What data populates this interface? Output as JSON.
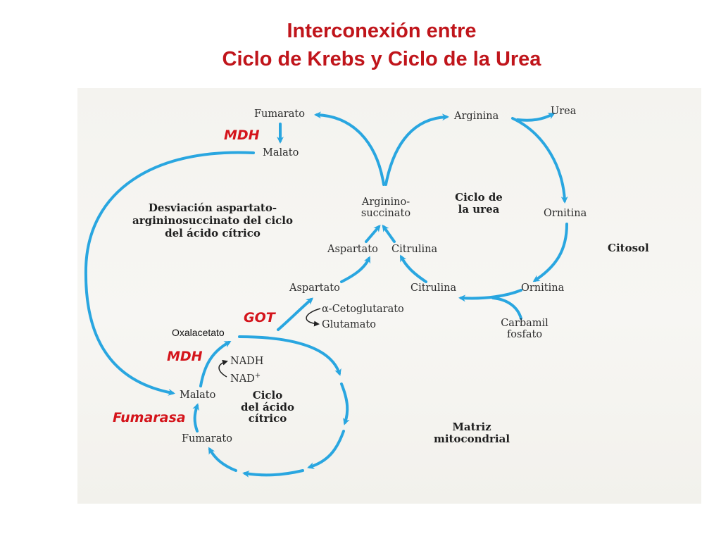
{
  "title": {
    "line1": "Interconexión entre",
    "line2": "Ciclo de Krebs y Ciclo de la Urea"
  },
  "colors": {
    "title": "#c0151b",
    "enzyme": "#d4141b",
    "arrow": "#29a6e0"
  },
  "labels": {
    "fumarato_top": "Fumarato",
    "malato_top": "Malato",
    "arginina": "Arginina",
    "urea": "Urea",
    "argininosuccinato_1": "Arginino-",
    "argininosuccinato_2": "succinato",
    "ornitina_top": "Ornitina",
    "aspartato_top": "Aspartato",
    "citrulina_top": "Citrulina",
    "aspartato_mid": "Aspartato",
    "citrulina_mid": "Citrulina",
    "ornitina_mid": "Ornitina",
    "cetoglutarato": "α-Cetoglutarato",
    "glutamato": "Glutamato",
    "carbamil_1": "Carbamil",
    "carbamil_2": "fosfato",
    "oxalacetato": "Oxalacetato",
    "nadh": "NADH",
    "nad": "NAD",
    "nad_sup": "+",
    "malato_bottom": "Malato",
    "fumarato_bottom": "Fumarato"
  },
  "regions": {
    "ciclo_urea_1": "Ciclo de",
    "ciclo_urea_2": "la urea",
    "desviacion_1": "Desviación aspartato-",
    "desviacion_2": "argininosuccinato del ciclo",
    "desviacion_3": "del ácido cítrico",
    "citosol": "Citosol",
    "ciclo_acido_1": "Ciclo",
    "ciclo_acido_2": "del ácido",
    "ciclo_acido_3": "cítrico",
    "matriz_1": "Matriz",
    "matriz_2": "mitocondrial"
  },
  "enzymes": {
    "mdh_top": "MDH",
    "got": "GOT",
    "mdh_bottom": "MDH",
    "fumarasa": "Fumarasa"
  }
}
